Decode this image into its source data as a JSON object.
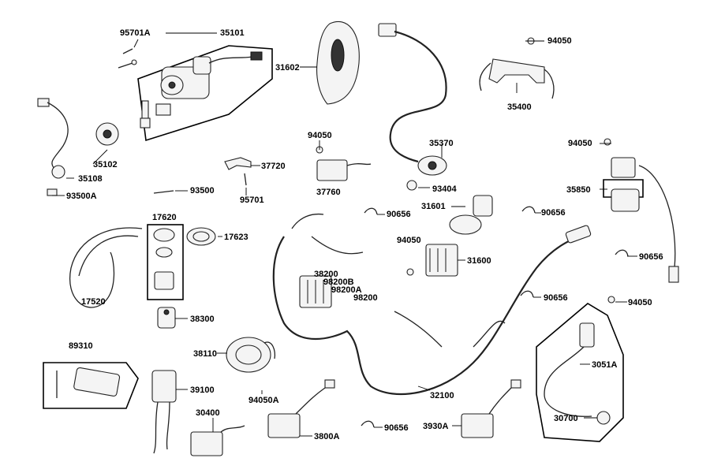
{
  "labels": {
    "95701A": "95701A",
    "35101": "35101",
    "31602": "31602",
    "94050_top": "94050",
    "35400": "35400",
    "35370": "35370",
    "35102": "35102",
    "35108": "35108",
    "93500A": "93500A",
    "94050_mid": "94050",
    "37720": "37720",
    "37760": "37760",
    "95701": "95701",
    "93404": "93404",
    "94050_right": "94050",
    "35850": "35850",
    "93500": "93500",
    "17620": "17620",
    "17623": "17623",
    "31601": "31601",
    "90656_a": "90656",
    "90656_b": "90656",
    "94050_c": "94050",
    "31600": "31600",
    "90656_c": "90656",
    "38200": "38200",
    "98200B": "98200B",
    "98200A": "98200A",
    "98200": "98200",
    "17520": "17520",
    "90656_d": "90656",
    "94050_d": "94050",
    "38300": "38300",
    "89310": "89310",
    "38110": "38110",
    "3051A": "3051A",
    "39100": "39100",
    "32100": "32100",
    "94050A": "94050A",
    "30400": "30400",
    "3800A": "3800A",
    "90656_e": "90656",
    "3930A": "3930A",
    "30700": "30700"
  }
}
